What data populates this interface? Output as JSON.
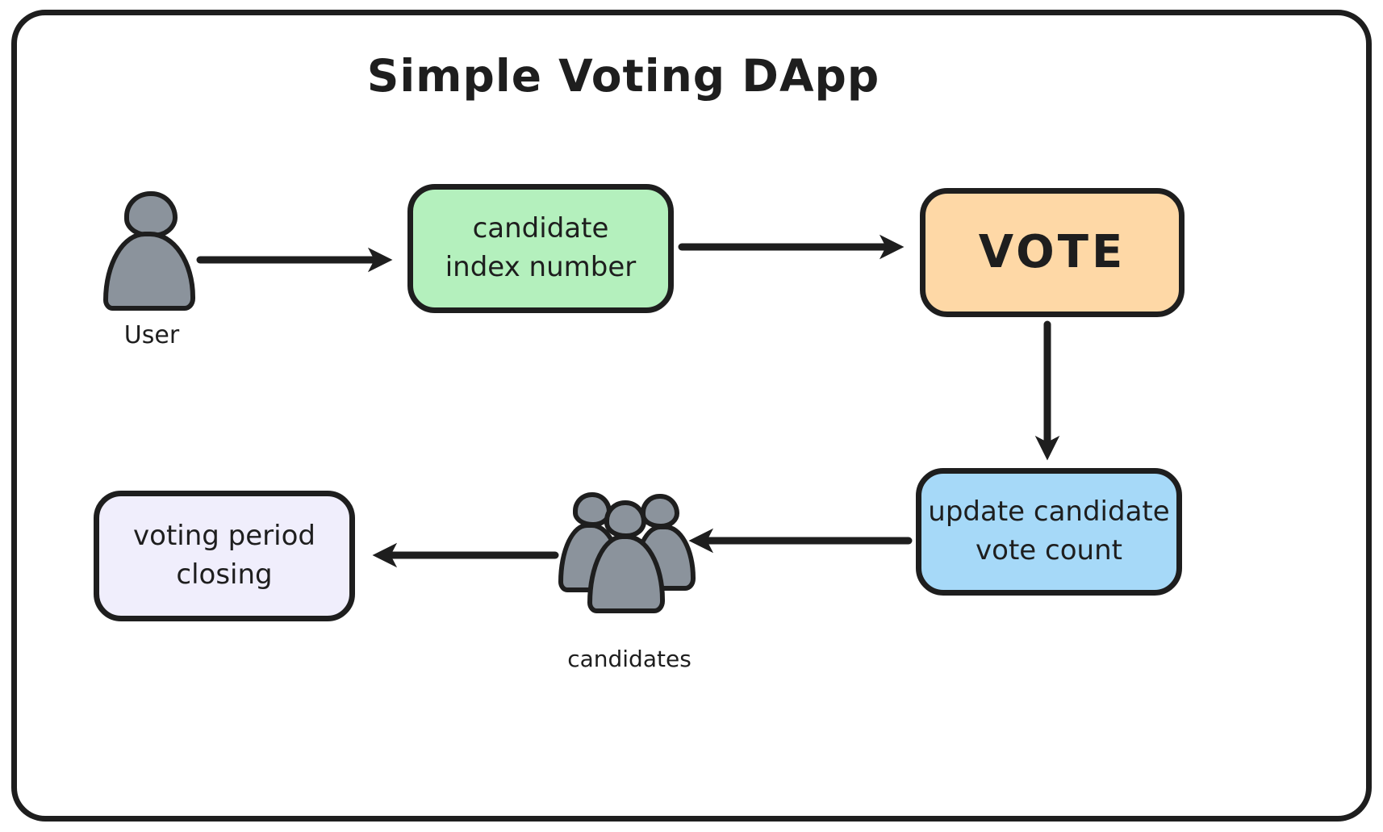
{
  "title": "Simple Voting DApp",
  "nodes": {
    "user": {
      "label": "User",
      "icon": "person-icon"
    },
    "candidate_index": {
      "line1": "candidate",
      "line2": "index number",
      "fill": "#b4f0bd"
    },
    "vote": {
      "label": "VOTE",
      "fill": "#fed8a6"
    },
    "update_count": {
      "line1": "update candidate",
      "line2": "vote count",
      "fill": "#a6d9f8"
    },
    "candidates": {
      "label": "candidates",
      "icon": "people-group-icon"
    },
    "voting_period": {
      "line1": "voting period",
      "line2": "closing",
      "fill": "#f0eefc"
    }
  },
  "edges": [
    {
      "from": "user",
      "to": "candidate_index"
    },
    {
      "from": "candidate_index",
      "to": "vote"
    },
    {
      "from": "vote",
      "to": "update_count"
    },
    {
      "from": "update_count",
      "to": "candidates"
    },
    {
      "from": "candidates",
      "to": "voting_period"
    }
  ],
  "colors": {
    "stroke": "#1e1e1e",
    "green_fill": "#b4f0bd",
    "orange_fill": "#fed8a6",
    "blue_fill": "#a6d9f8",
    "lavender_fill": "#f0eefc",
    "person_gray": "#8b939c",
    "background": "#ffffff"
  }
}
